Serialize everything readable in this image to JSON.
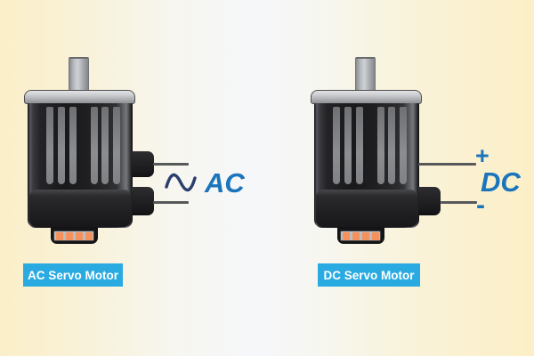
{
  "diagram": {
    "motors": {
      "ac": {
        "label": "AC Servo Motor",
        "power_symbol": "AC",
        "waveform_icon": "sine-wave-icon"
      },
      "dc": {
        "label": "DC Servo Motor",
        "power_symbol": "DC",
        "plus_terminal": "+",
        "minus_terminal": "-"
      }
    },
    "colors": {
      "label_background": "#29abe2",
      "label_text": "#ffffff",
      "power_symbol_blue": "#1b75bc",
      "waveform_navy": "#2b3e6e",
      "pin_orange": "#f6915c",
      "wire_gray": "#57585a",
      "background_cream": "#fbefc9",
      "background_center": "#f5f7fa"
    }
  }
}
